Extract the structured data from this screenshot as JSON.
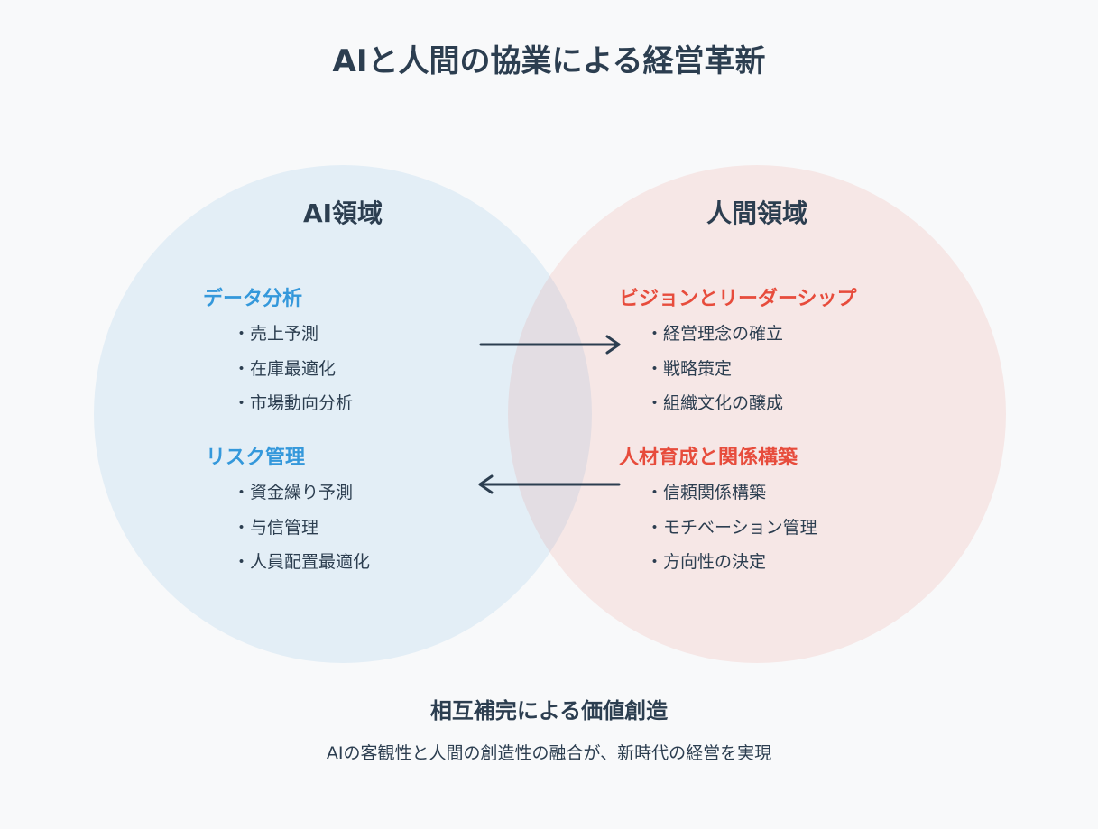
{
  "title": "AIと人間の協業による経営革新",
  "colors": {
    "ai": "#3498db",
    "human": "#e74c3c",
    "text": "#2c3e50"
  },
  "ai": {
    "heading": "AI領域",
    "groups": [
      {
        "title": "データ分析",
        "items": [
          "・売上予測",
          "・在庫最適化",
          "・市場動向分析"
        ]
      },
      {
        "title": "リスク管理",
        "items": [
          "・資金繰り予測",
          "・与信管理",
          "・人員配置最適化"
        ]
      }
    ]
  },
  "human": {
    "heading": "人間領域",
    "groups": [
      {
        "title": "ビジョンとリーダーシップ",
        "items": [
          "・経営理念の確立",
          "・戦略策定",
          "・組織文化の醸成"
        ]
      },
      {
        "title": "人材育成と関係構築",
        "items": [
          "・信頼関係構築",
          "・モチベーション管理",
          "・方向性の決定"
        ]
      }
    ]
  },
  "footer": {
    "heading": "相互補完による価値創造",
    "text": "AIの客観性と人間の創造性の融合が、新時代の経営を実現"
  }
}
